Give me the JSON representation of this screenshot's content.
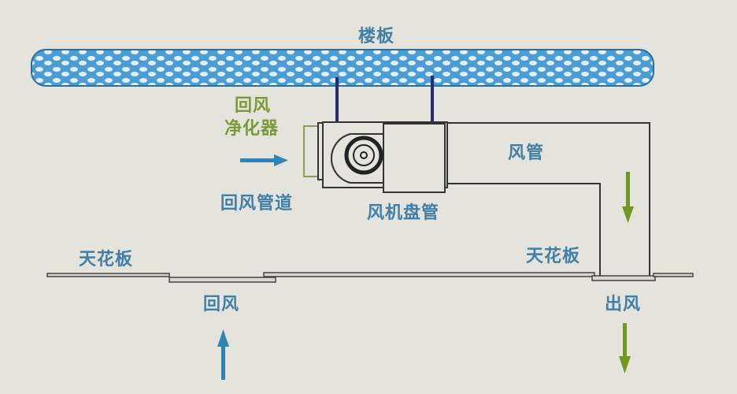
{
  "labels": {
    "slab": "楼板",
    "purifier_line1": "回风",
    "purifier_line2": "净化器",
    "return_duct": "回风管道",
    "fan_coil": "风机盘管",
    "duct": "风管",
    "ceiling_left": "天花板",
    "ceiling_right": "天花板",
    "return_air": "回风",
    "supply_air": "出风"
  },
  "colors": {
    "background": "#e4e3dc",
    "slab_fill": "#4a9ed6",
    "text_blue": "#3f7fa8",
    "text_green": "#7a9a3a",
    "arrow_blue": "#2f86b4",
    "arrow_green": "#6f9a22",
    "hanger": "#2a2a7a"
  }
}
